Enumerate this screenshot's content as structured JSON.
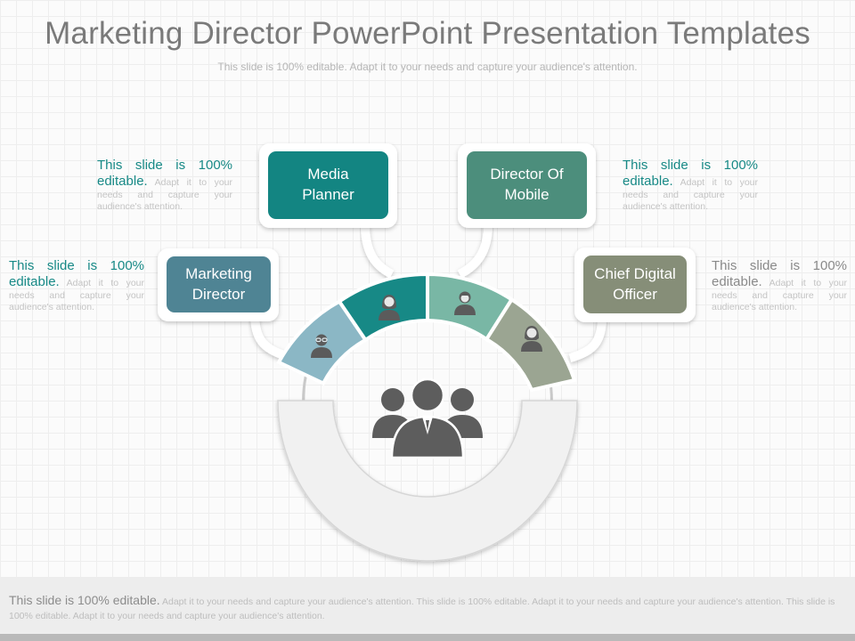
{
  "header": {
    "title": "Marketing Director PowerPoint Presentation Templates",
    "subtitle": "This slide is 100% editable. Adapt it to your needs and capture your audience's attention."
  },
  "roles": [
    {
      "label": "Marketing\nDirector",
      "color": "#4f8494",
      "icon": "man-with-glasses-icon"
    },
    {
      "label": "Media\nPlanner",
      "color": "#138582",
      "icon": "woman-icon"
    },
    {
      "label": "Director Of\nMobile",
      "color": "#4c8e7c",
      "icon": "man-icon"
    },
    {
      "label": "Chief Digital\nOfficer",
      "color": "#868e78",
      "icon": "woman-icon"
    }
  ],
  "segment_colors": [
    "#8bb7c5",
    "#178986",
    "#79b7a5",
    "#9ba592"
  ],
  "center_icon": "group-of-people-icon",
  "descriptions": [
    {
      "lead": "This slide is 100% editable.",
      "body": "Adapt it to your needs and capture your audience's attention."
    },
    {
      "lead": "This slide is 100% editable.",
      "body": "Adapt it to your needs and capture your audience's attention."
    },
    {
      "lead": "This slide is 100% editable.",
      "body": "Adapt it to your needs and capture your audience's attention."
    },
    {
      "lead": "This slide is 100% editable.",
      "body": "Adapt it to your needs and capture your audience's attention."
    }
  ],
  "description_colors": {
    "teal": "#178986",
    "gray": "#8a8a8a"
  },
  "footer": {
    "lead": "This slide is 100% editable.",
    "body": "Adapt it to your needs and capture your audience's attention. This slide is 100% editable. Adapt it to your needs and capture your audience's attention. This slide is 100% editable. Adapt it to your needs and capture your audience's attention."
  }
}
